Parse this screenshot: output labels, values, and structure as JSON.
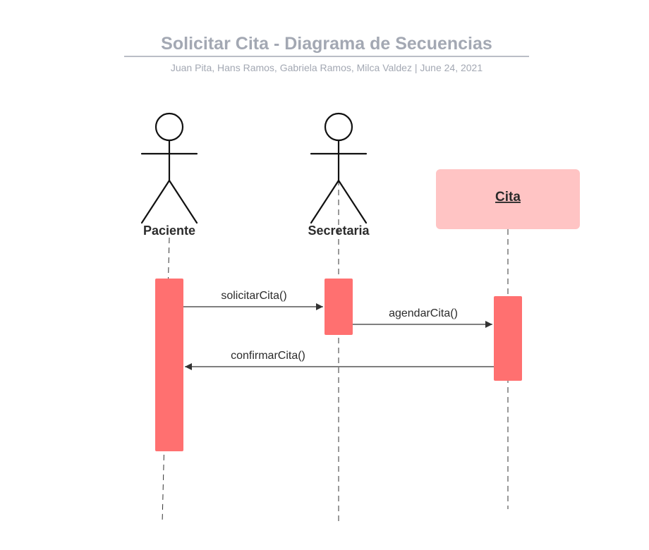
{
  "header": {
    "title": "Solicitar Cita  - Diagrama de Secuencias",
    "subtitle": "Juan Pita, Hans Ramos, Gabriela Ramos, Milca Valdez  |  June 24, 2021"
  },
  "participants": [
    {
      "id": "paciente",
      "label": "Paciente",
      "kind": "actor"
    },
    {
      "id": "secretaria",
      "label": "Secretaria",
      "kind": "actor"
    },
    {
      "id": "cita",
      "label": "Cita",
      "kind": "object"
    }
  ],
  "messages": [
    {
      "from": "paciente",
      "to": "secretaria",
      "label": "solicitarCita()",
      "direction": "forward"
    },
    {
      "from": "secretaria",
      "to": "cita",
      "label": "agendarCita()",
      "direction": "forward"
    },
    {
      "from": "cita",
      "to": "paciente",
      "label": "confirmarCita()",
      "direction": "return"
    }
  ],
  "colors": {
    "title": "#a3a8b3",
    "activation": "#ff7070",
    "object_box": "#ffc4c4",
    "line": "#333333"
  }
}
